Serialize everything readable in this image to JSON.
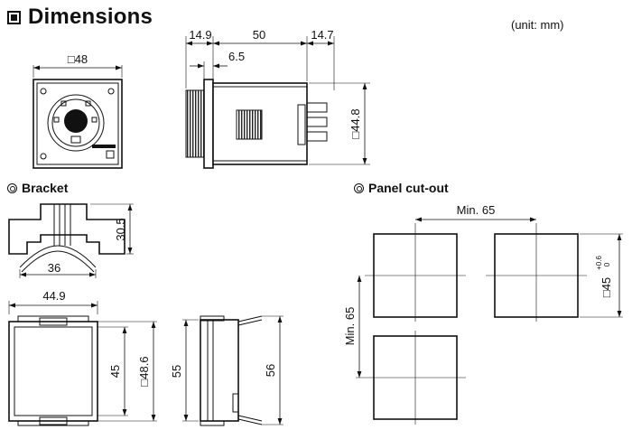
{
  "header": {
    "title": "Dimensions",
    "unit": "(unit: mm)"
  },
  "sections": {
    "bracket": "Bracket",
    "panel": "Panel cut-out"
  },
  "dims": {
    "front_width": "□48",
    "side_front_depth": "14.9",
    "side_body": "50",
    "side_rear": "14.7",
    "side_bezel": "6.5",
    "side_height": "□44.8",
    "bracket_height": "30.5",
    "bracket_width": "36",
    "mount_width": "44.9",
    "mount_inner": "45",
    "mount_outer": "□48.6",
    "mount_side_left": "55",
    "mount_side_right": "56",
    "cutout_pitch_h": "Min. 65",
    "cutout_pitch_v": "Min. 65",
    "cutout_size": "□45",
    "tol_upper": "+0.6",
    "tol_lower": "0"
  }
}
